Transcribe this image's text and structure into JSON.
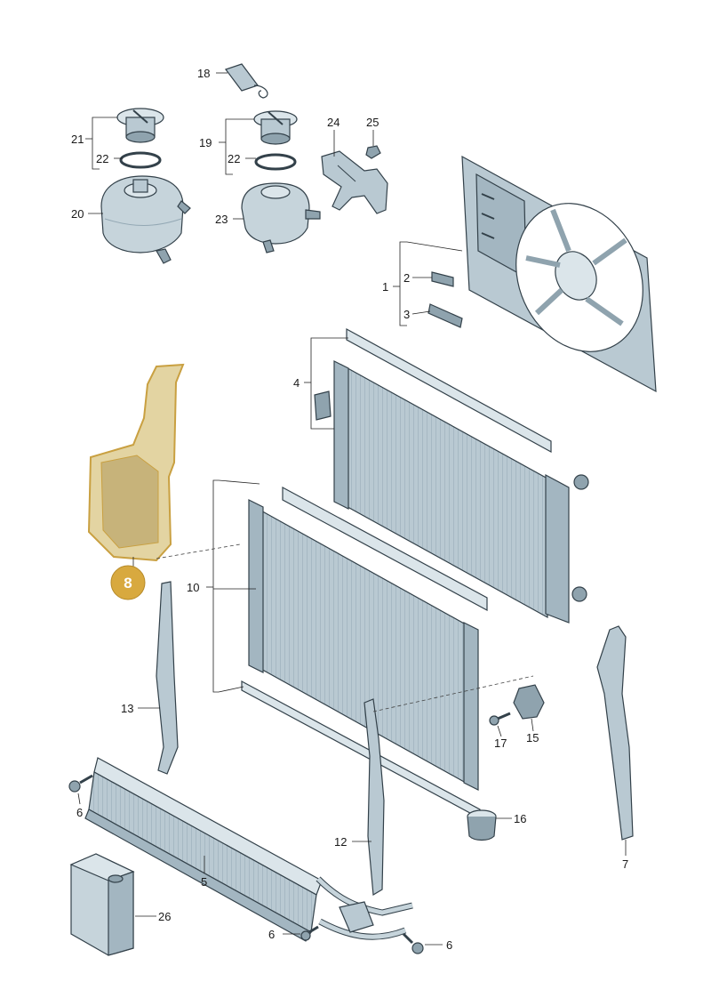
{
  "colors": {
    "part_fill": "#b9c9d2",
    "part_dark": "#8fa3ae",
    "part_light": "#dbe5ea",
    "highlight_fill": "#e3d4a2",
    "highlight_stroke": "#c9a041",
    "badge_fill": "#d8a93f",
    "outline": "#33414a"
  },
  "highlight": {
    "label": "8"
  },
  "callouts": [
    {
      "id": "c18",
      "text": "18"
    },
    {
      "id": "c21",
      "text": "21"
    },
    {
      "id": "c22a",
      "text": "22"
    },
    {
      "id": "c20",
      "text": "20"
    },
    {
      "id": "c19",
      "text": "19"
    },
    {
      "id": "c22b",
      "text": "22"
    },
    {
      "id": "c23",
      "text": "23"
    },
    {
      "id": "c24",
      "text": "24"
    },
    {
      "id": "c25",
      "text": "25"
    },
    {
      "id": "c1",
      "text": "1"
    },
    {
      "id": "c2",
      "text": "2"
    },
    {
      "id": "c3",
      "text": "3"
    },
    {
      "id": "c4",
      "text": "4"
    },
    {
      "id": "c10",
      "text": "10"
    },
    {
      "id": "c13",
      "text": "13"
    },
    {
      "id": "c6a",
      "text": "6"
    },
    {
      "id": "c5",
      "text": "5"
    },
    {
      "id": "c26",
      "text": "26"
    },
    {
      "id": "c12",
      "text": "12"
    },
    {
      "id": "c6b",
      "text": "6"
    },
    {
      "id": "c6c",
      "text": "6"
    },
    {
      "id": "c16",
      "text": "16"
    },
    {
      "id": "c17",
      "text": "17"
    },
    {
      "id": "c15",
      "text": "15"
    },
    {
      "id": "c7",
      "text": "7"
    }
  ]
}
